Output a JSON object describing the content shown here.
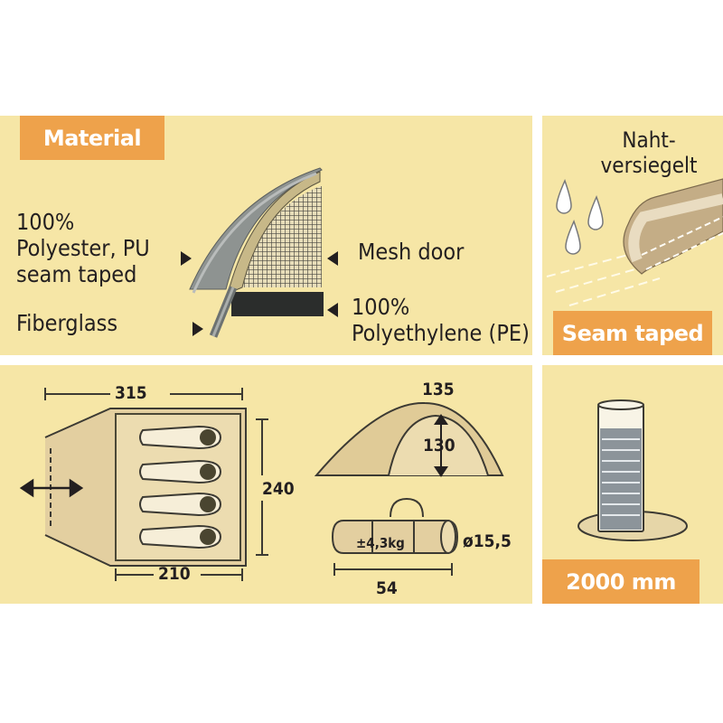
{
  "material": {
    "label": "Material",
    "outer_line1": "100%",
    "outer_line2": "Polyester, PU",
    "outer_line3": "seam taped",
    "pole": "Fiberglass",
    "mesh": "Mesh door",
    "floor_line1": "100%",
    "floor_line2": "Polyethylene (PE)"
  },
  "seam": {
    "german_line1": "Naht-",
    "german_line2": "versiegelt",
    "label": "Seam taped"
  },
  "dimensions": {
    "length_total": "315",
    "length_inner": "210",
    "width": "240",
    "height_outer": "135",
    "height_inner": "130",
    "weight": "±4,3kg",
    "pack_diameter": "ø15,5",
    "pack_length": "54"
  },
  "water_column": {
    "label": "2000 mm"
  },
  "colors": {
    "panel": "#f6e6a6",
    "accent": "#eea24b",
    "outline": "#4a4530"
  }
}
